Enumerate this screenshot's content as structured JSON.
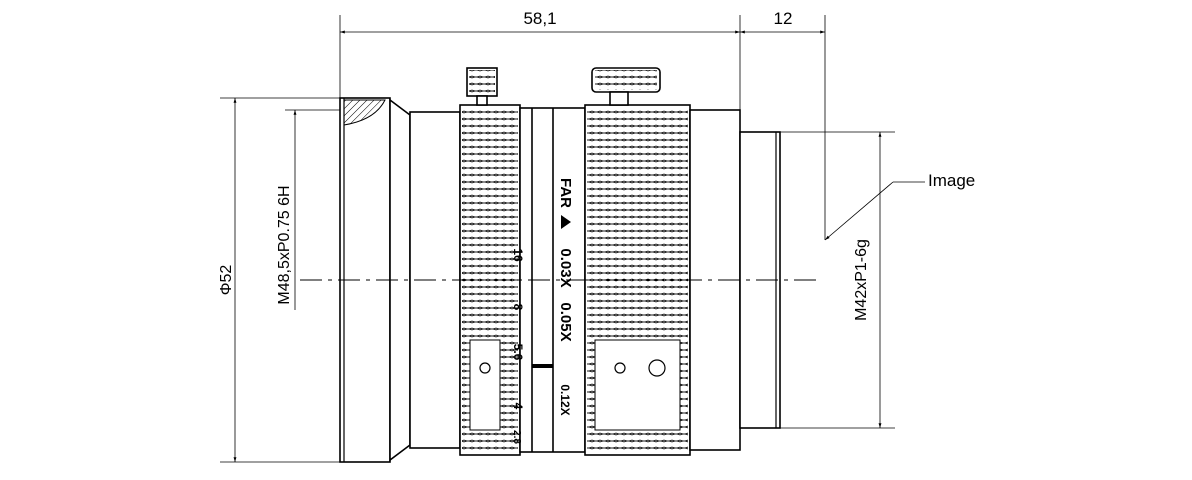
{
  "dimensions": {
    "overall_length": "58,1",
    "flange_distance": "12",
    "outer_diameter": "Φ52",
    "filter_thread": "M48,5xP0.75 6H",
    "mount_thread": "M42xP1-6g"
  },
  "annotations": {
    "image_label": "Image"
  },
  "aperture_scale": [
    "16",
    "8",
    "5.6",
    "4",
    "2.8"
  ],
  "focus_scale": [
    "FAR",
    "0.03X",
    "0.05X",
    "0.12X"
  ],
  "far_marker_icon": "triangle-up"
}
